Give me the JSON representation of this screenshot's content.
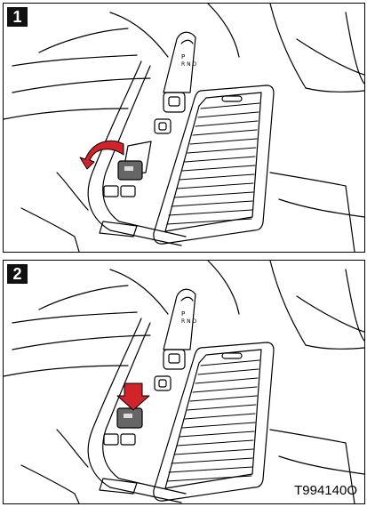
{
  "panels": [
    {
      "number": "1",
      "action": "rotate-cover"
    },
    {
      "number": "2",
      "action": "press-down"
    }
  ],
  "image_code": "T994140O",
  "colors": {
    "line": "#000000",
    "arrow_fill": "#d1232a",
    "button_fill": "#666666",
    "background": "#ffffff"
  },
  "icons": [
    "curved-arrow-icon",
    "down-arrow-icon",
    "gear-selector-icon"
  ]
}
